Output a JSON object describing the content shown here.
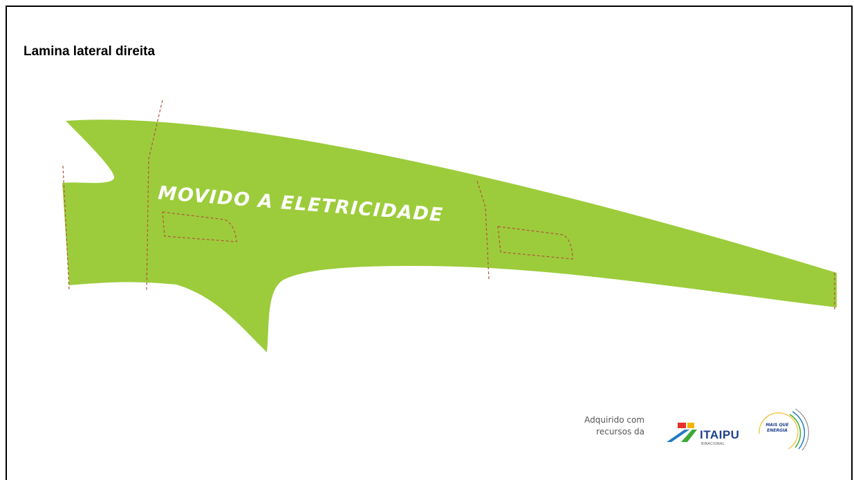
{
  "page": {
    "title": "Lamina lateral direita"
  },
  "artwork": {
    "blade_text": "MOVIDO A ELETRICIDADE",
    "blade_color": "#9ccc3b",
    "cut_line_color": "#b5533f"
  },
  "credit": {
    "line1": "Adquirido com",
    "line2": "recursos da"
  },
  "logo": {
    "name": "ITAIPU",
    "subtitle": "BINACIONAL",
    "name_color": "#1f3f8f",
    "badge_line1": "MAIS QUE",
    "badge_line2": "ENERGIA"
  }
}
